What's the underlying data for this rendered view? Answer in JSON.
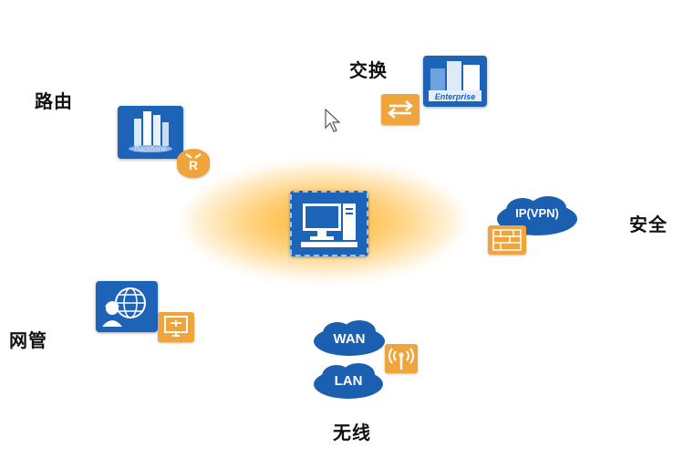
{
  "labels": {
    "routing": "路由",
    "switching": "交换",
    "security": "安全",
    "netmgmt": "网管",
    "wireless": "无线"
  },
  "tiles": {
    "routing_caption": "Backbone",
    "routing_router_letter": "R",
    "switching_caption": "Enterprise"
  },
  "clouds": {
    "vpn": "IP(VPN)",
    "wan": "WAN",
    "lan": "LAN"
  },
  "colors": {
    "tile_blue": "#1d63b8",
    "tile_orange": "#f0a53c",
    "cloud_blue": "#1a5fb0",
    "glow": "#ffb028"
  }
}
